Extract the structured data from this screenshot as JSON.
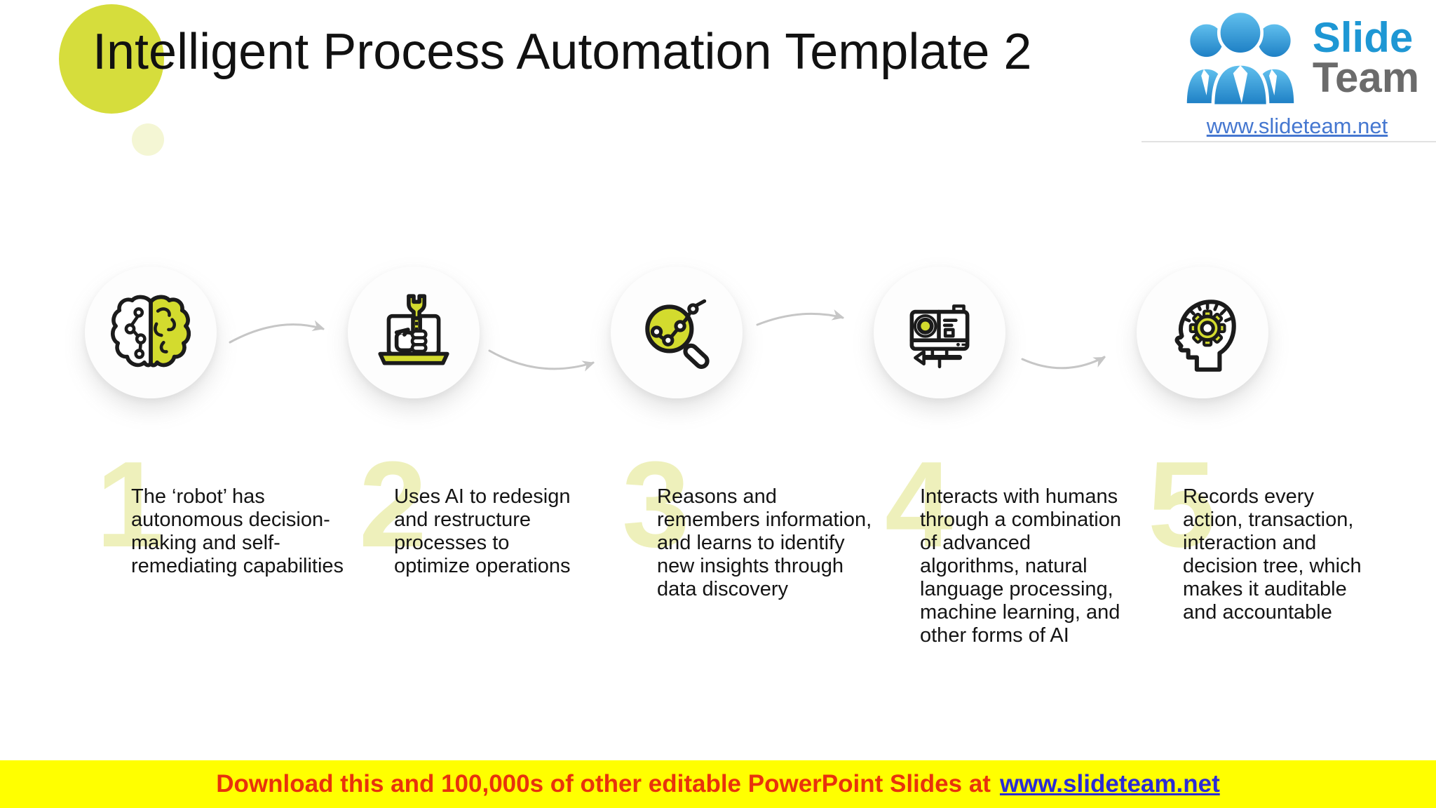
{
  "slide": {
    "title": "Intelligent Process Automation Template 2"
  },
  "logo": {
    "icon": "people-group-icon",
    "brand_line1": "Slide",
    "brand_line2": "Team",
    "website": "www.slideteam.net"
  },
  "steps": [
    {
      "number": "1",
      "icon": "brain-circuit-icon",
      "text": "The ‘robot’ has\nautonomous decision-\nmaking and self-\nremediating capabilities"
    },
    {
      "number": "2",
      "icon": "laptop-wrench-icon",
      "text": "Uses AI to redesign\nand restructure\nprocesses to\noptimize operations"
    },
    {
      "number": "3",
      "icon": "magnifier-chart-icon",
      "text": "Reasons and\nremembers information,\nand learns to identify\nnew insights through\ndata discovery"
    },
    {
      "number": "4",
      "icon": "camera-automation-icon",
      "text": "Interacts with humans\nthrough a combination\nof advanced\nalgorithms, natural\nlanguage processing,\nmachine learning, and\nother forms of AI"
    },
    {
      "number": "5",
      "icon": "head-gear-icon",
      "text": "Records every\naction, transaction,\ninteraction and\ndecision tree, which\nmakes it auditable\nand accountable"
    }
  ],
  "footer": {
    "message": "Download this and 100,000s of other editable PowerPoint Slides at",
    "link": "www.slideteam.net"
  },
  "colors": {
    "accent": "#d3db2e",
    "accent_pale": "#eef0bb",
    "banner_bg": "#ffff00",
    "banner_text": "#e8320c",
    "banner_link": "#2b2bd5",
    "brand_blue": "#1e97d4",
    "brand_gray": "#6b6b6b",
    "arrow": "#c6c6c6"
  }
}
